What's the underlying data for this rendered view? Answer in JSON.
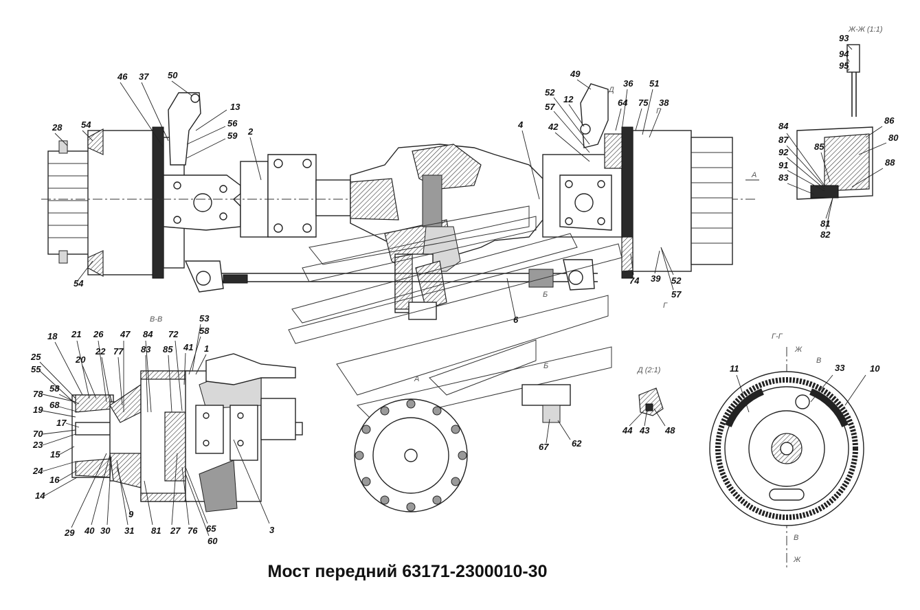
{
  "title": "Мост передний 63171-2300010-30",
  "view_labels": {
    "section_vv": "В-В",
    "view_zh": "Ж-Ж (1:1)",
    "view_d": "Д (2:1)",
    "section_gg": "Г-Г",
    "view_a": "А",
    "view_b": "Б",
    "side_a": "А",
    "letter_d": "Д",
    "letter_g_top": "Г",
    "letter_b_mid": "Б",
    "letter_g_bot": "Г",
    "letter_v_top": "В",
    "letter_zh_top": "Ж",
    "letter_v_bot": "В",
    "letter_zh_bot": "Ж"
  },
  "callouts": [
    "28",
    "54",
    "46",
    "37",
    "50",
    "13",
    "56",
    "59",
    "2",
    "54",
    "49",
    "52",
    "57",
    "12",
    "42",
    "36",
    "64",
    "75",
    "51",
    "38",
    "4",
    "74",
    "39",
    "52",
    "57",
    "6",
    "93",
    "94",
    "95",
    "84",
    "87",
    "92",
    "91",
    "83",
    "85",
    "86",
    "80",
    "88",
    "81",
    "82",
    "18",
    "21",
    "26",
    "47",
    "84",
    "72",
    "53",
    "58",
    "41",
    "1",
    "25",
    "55",
    "20",
    "22",
    "77",
    "83",
    "85",
    "78",
    "58",
    "68",
    "19",
    "17",
    "70",
    "23",
    "15",
    "24",
    "16",
    "14",
    "29",
    "40",
    "30",
    "31",
    "9",
    "81",
    "27",
    "76",
    "65",
    "60",
    "3",
    "67",
    "62",
    "44",
    "43",
    "48",
    "11",
    "33",
    "10"
  ]
}
